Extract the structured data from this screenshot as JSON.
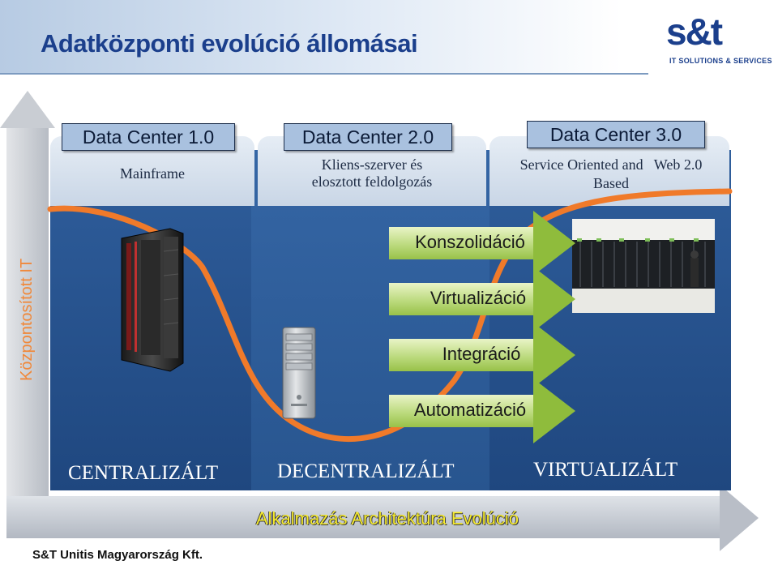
{
  "header": {
    "title": "Adatközponti evolúció állomásai",
    "logo_main": "s&t",
    "logo_sub": "IT SOLUTIONS & SERVICES"
  },
  "columns": [
    {
      "label": "Data Center 1.0",
      "subtitle": "Mainframe",
      "era": "CENTRALIZÁLT"
    },
    {
      "label": "Data Center 2.0",
      "subtitle_lines": [
        "Kliens-szerver és",
        "elosztott feldolgozás"
      ],
      "era": "DECENTRALIZÁLT"
    },
    {
      "label": "Data Center 3.0",
      "subtitle_lines": [
        "Service Oriented and   Web 2.0",
        "Based"
      ],
      "era": "VIRTUALIZÁLT"
    }
  ],
  "arrows": [
    "Konszolidáció",
    "Virtualizáció",
    "Integráció",
    "Automatizáció"
  ],
  "axes": {
    "vertical_label": "Központosított IT",
    "horizontal_label": "Alkalmazás Architektúra Evolúció"
  },
  "footer": {
    "company": "S&T Unitis Magyarország Kft."
  },
  "colors": {
    "title": "#1b3f8c",
    "panel": "#234f8c",
    "curve": "#f07a2a",
    "vertical_label": "#f0883a",
    "horizontal_label": "#f5ea2d",
    "arrow_green": "#98c148"
  },
  "icons": [
    "mainframe-icon",
    "pc-tower-icon",
    "datacenter-photo"
  ]
}
